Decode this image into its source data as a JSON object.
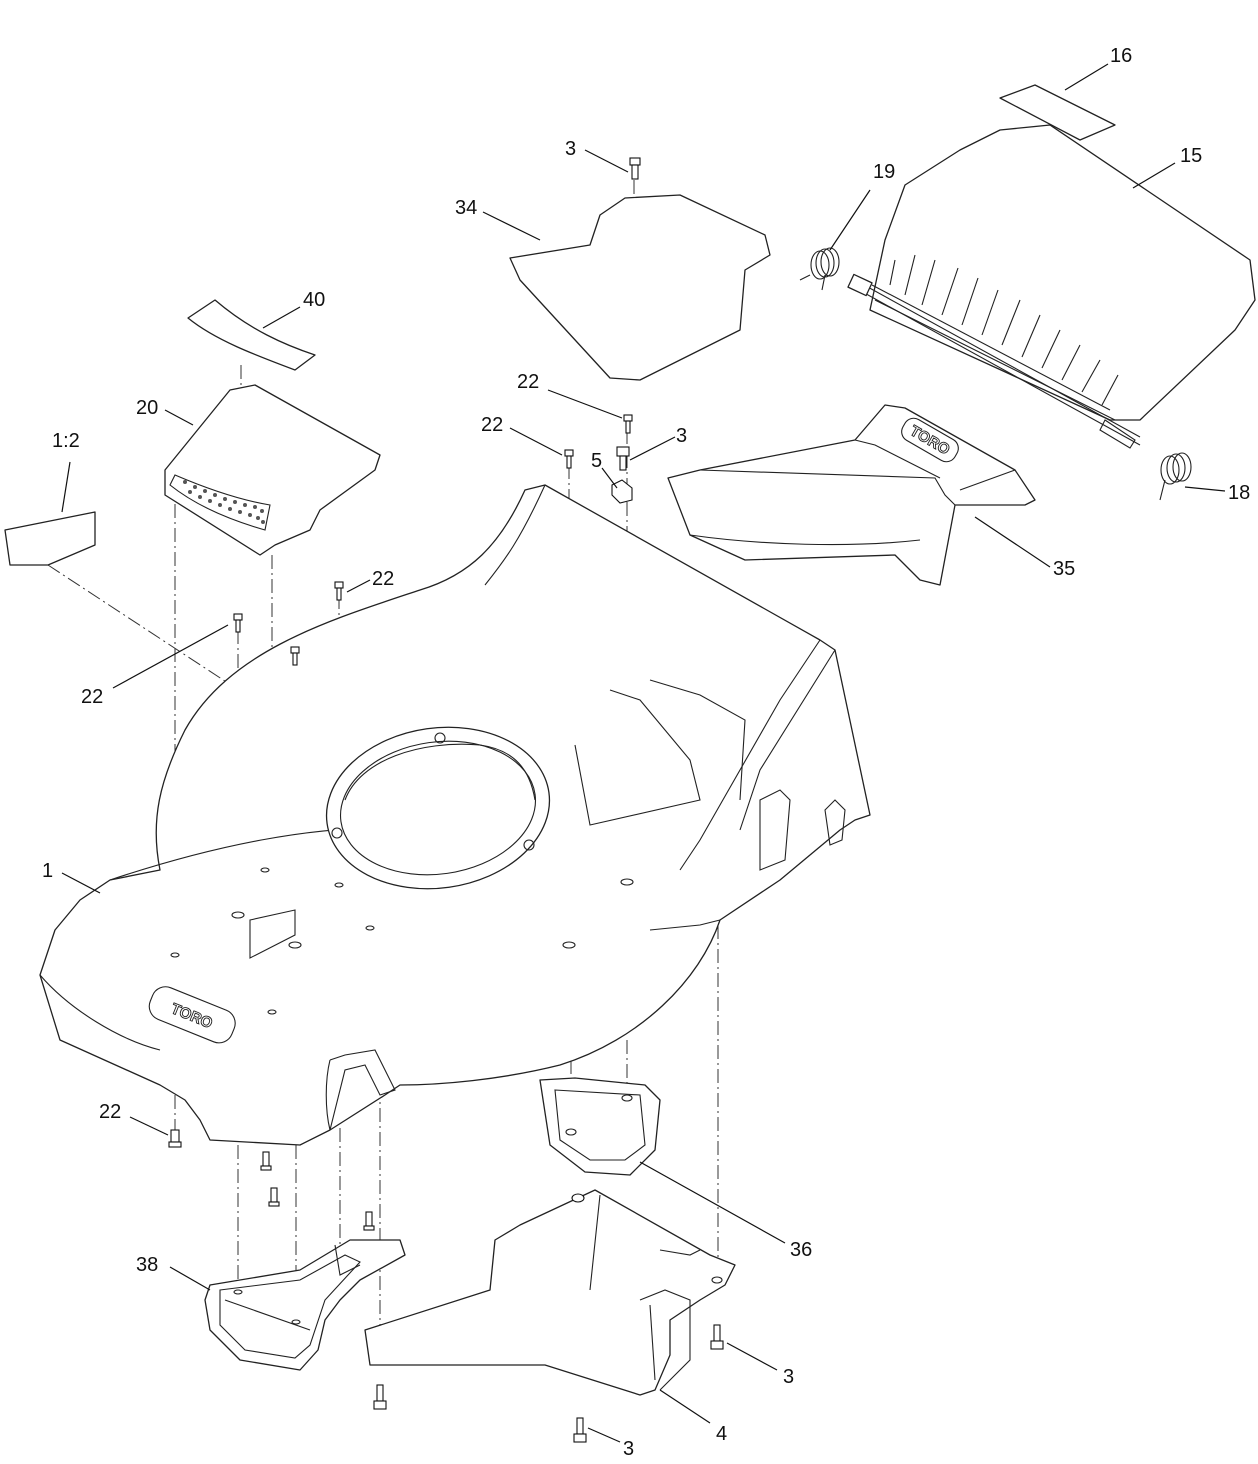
{
  "callouts": {
    "c1": "1",
    "c1_2": "1:2",
    "c3_top": "3",
    "c3_mid": "3",
    "c3_right": "3",
    "c3_bottom": "3",
    "c4": "4",
    "c5": "5",
    "c15": "15",
    "c16": "16",
    "c18": "18",
    "c19": "19",
    "c20": "20",
    "c22_a": "22",
    "c22_b": "22",
    "c22_c": "22",
    "c22_d": "22",
    "c22_e": "22",
    "c34": "34",
    "c35": "35",
    "c36": "36",
    "c38": "38",
    "c40": "40"
  },
  "logos": {
    "deck_logo": "TORO",
    "chute_logo": "TORO"
  }
}
